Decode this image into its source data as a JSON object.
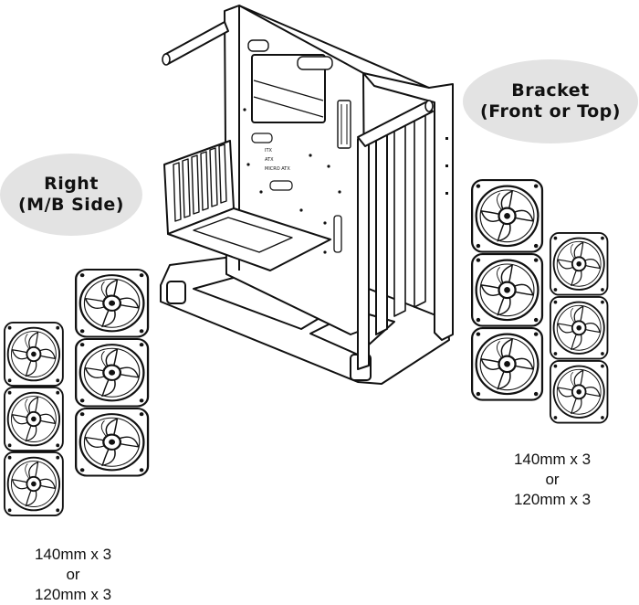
{
  "labels": {
    "right": {
      "line1": "Right",
      "line2": "(M/B Side)"
    },
    "bracket": {
      "line1": "Bracket",
      "line2": "(Front or Top)"
    }
  },
  "specs": {
    "right": {
      "line1": "140mm x 3",
      "line2": "or",
      "line3": "120mm x 3"
    },
    "bracket": {
      "line1": "140mm x 3",
      "line2": "or",
      "line3": "120mm x 3"
    }
  },
  "case_labels": [
    "ITX",
    "ATX",
    "MICRO ATX"
  ]
}
